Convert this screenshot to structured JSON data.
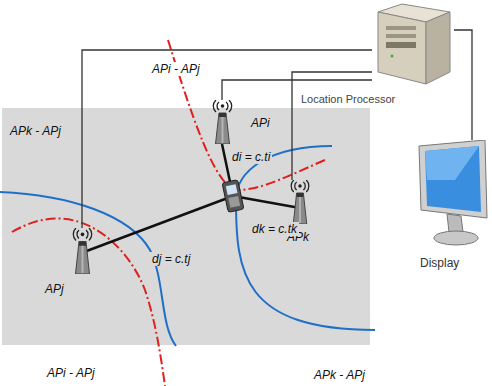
{
  "diagram": {
    "nodes": [
      {
        "text": [
          "Location Processor"
        ]
      },
      {
        "text": [
          "APi"
        ]
      },
      {
        "text": [
          "Display"
        ]
      },
      {
        "text": [
          "APk"
        ]
      },
      {
        "text": [
          "APj"
        ]
      }
    ],
    "edges": [
      {
        "from": 0,
        "to": 1,
        "arrow": "none"
      },
      {
        "from": 0,
        "to": 2,
        "arrow": "none"
      },
      {
        "from": 0,
        "to": 3,
        "arrow": "none"
      },
      {
        "from": 0,
        "to": 4,
        "arrow": "none"
      }
    ],
    "labels": [
      "APi - APj",
      "APk - APj",
      "di = c.ti",
      "dj = c.tj",
      "dk = c.tk",
      "APi - APj",
      "APk - APj"
    ]
  }
}
